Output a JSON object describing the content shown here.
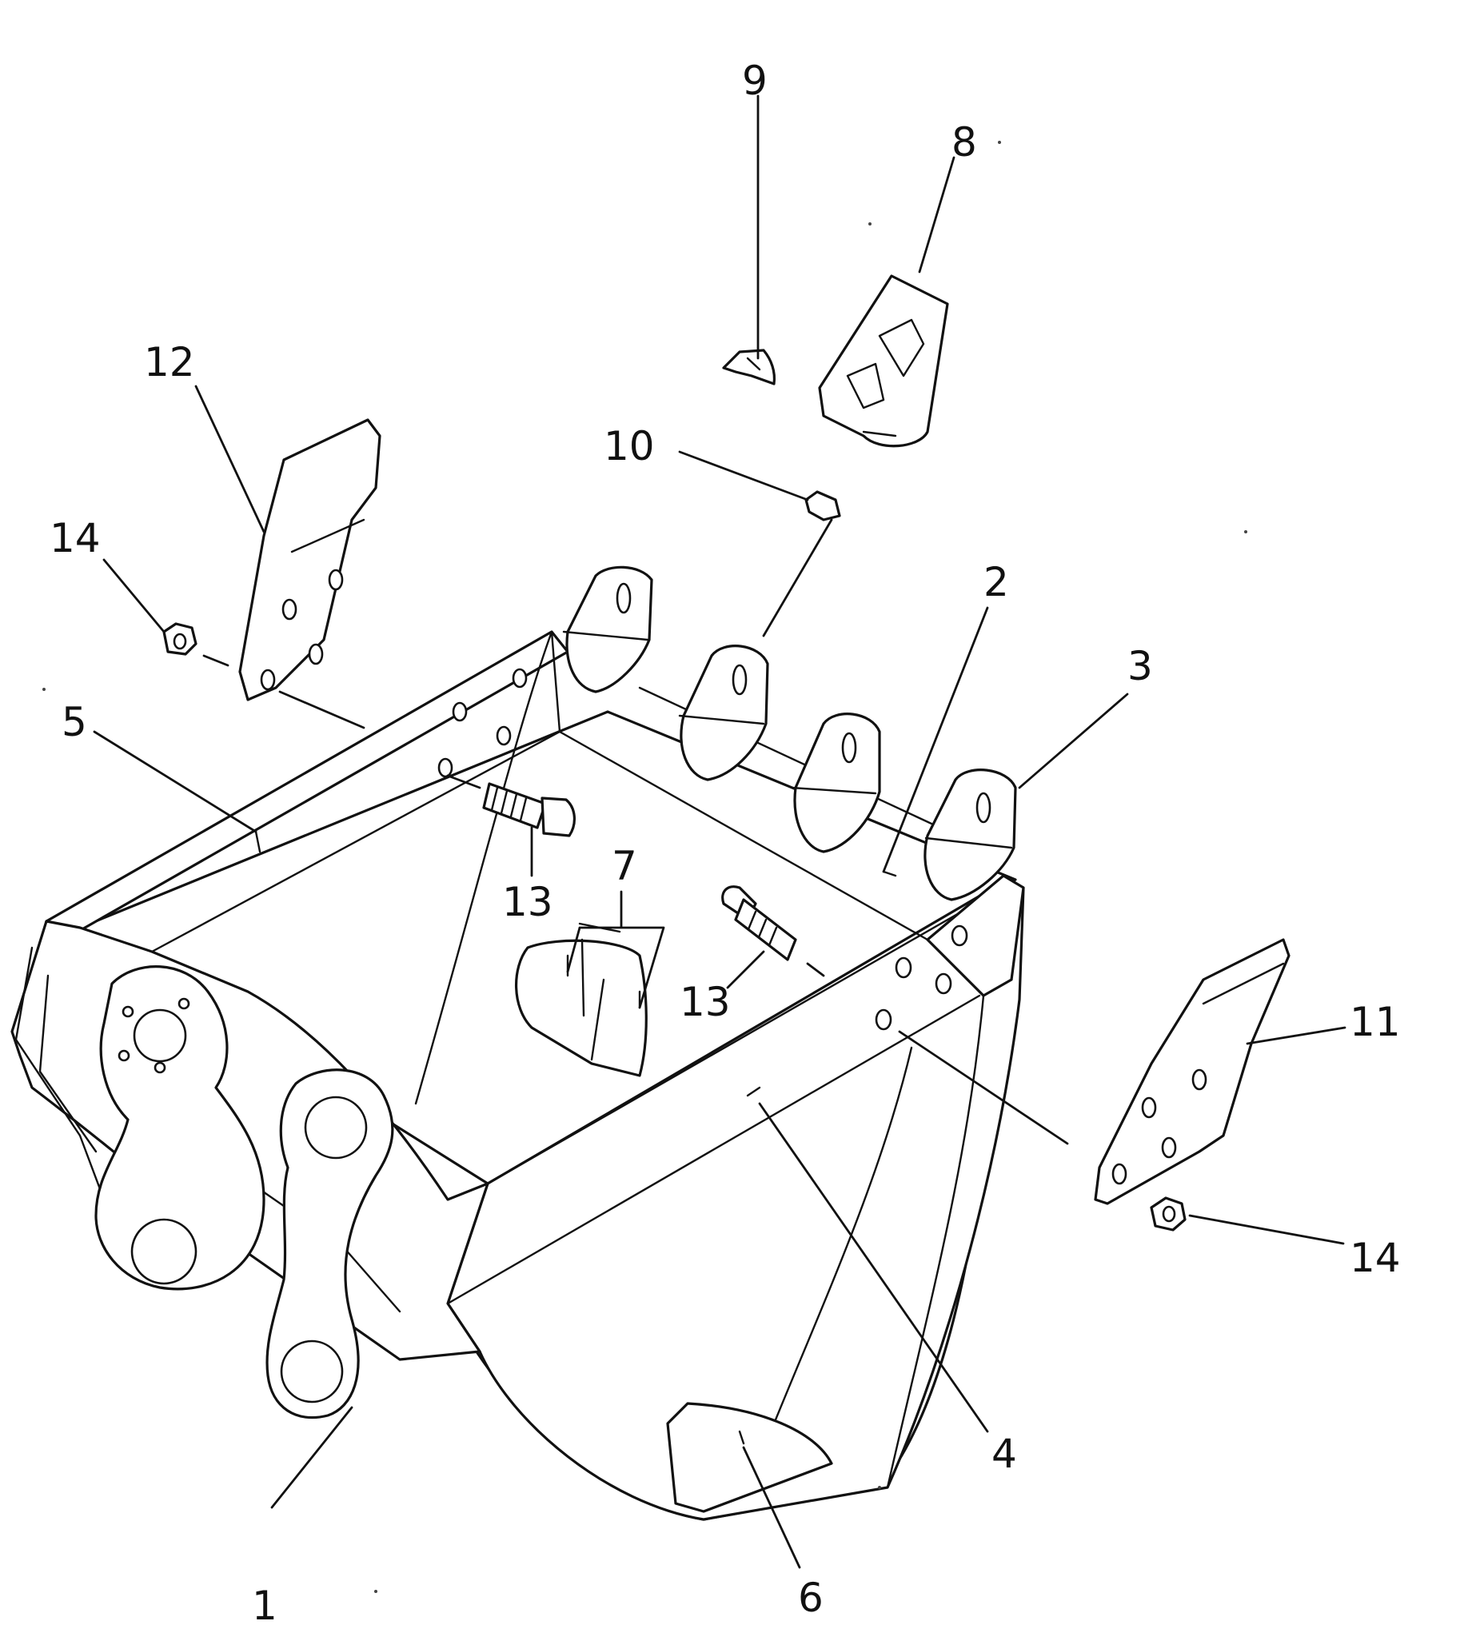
{
  "figure": {
    "callouts": [
      {
        "id": "c1",
        "text": "1",
        "part": "bucket-body"
      },
      {
        "id": "c2",
        "text": "2",
        "part": "cutting-edge"
      },
      {
        "id": "c3",
        "text": "3",
        "part": "tooth-adapter"
      },
      {
        "id": "c4",
        "text": "4",
        "part": "side-plate-right"
      },
      {
        "id": "c5",
        "text": "5",
        "part": "side-plate-left"
      },
      {
        "id": "c6",
        "text": "6",
        "part": "bottom-wear-plate"
      },
      {
        "id": "c7",
        "text": "7",
        "part": "center-wear-plate"
      },
      {
        "id": "c8",
        "text": "8",
        "part": "tooth-point"
      },
      {
        "id": "c9",
        "text": "9",
        "part": "lock-pin"
      },
      {
        "id": "c10",
        "text": "10",
        "part": "rubber-lock"
      },
      {
        "id": "c11",
        "text": "11",
        "part": "side-cutter-right"
      },
      {
        "id": "c12",
        "text": "12",
        "part": "side-cutter-left"
      },
      {
        "id": "c13a",
        "text": "13",
        "part": "bolt"
      },
      {
        "id": "c13b",
        "text": "13",
        "part": "bolt"
      },
      {
        "id": "c14a",
        "text": "14",
        "part": "nut"
      },
      {
        "id": "c14b",
        "text": "14",
        "part": "nut"
      }
    ]
  }
}
